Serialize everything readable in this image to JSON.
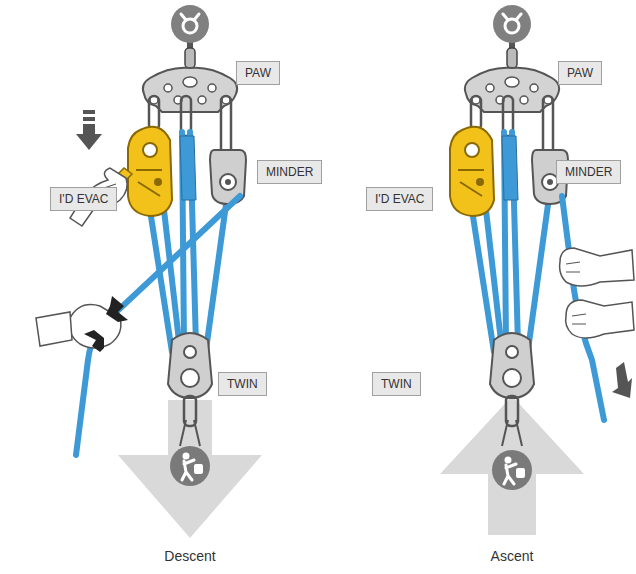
{
  "diagram": {
    "nodes": [
      {
        "text": [
          "PAW"
        ]
      },
      {
        "text": [
          "PAW"
        ]
      },
      {
        "text": [
          "MINDER"
        ]
      },
      {
        "text": [
          "MINDER"
        ]
      },
      {
        "text": [
          "I'D EVAC"
        ]
      },
      {
        "text": [
          "I'D EVAC"
        ]
      },
      {
        "text": [
          "TWIN"
        ]
      },
      {
        "text": [
          "TWIN"
        ]
      }
    ],
    "labels": [
      "Descent",
      "Ascent"
    ]
  }
}
